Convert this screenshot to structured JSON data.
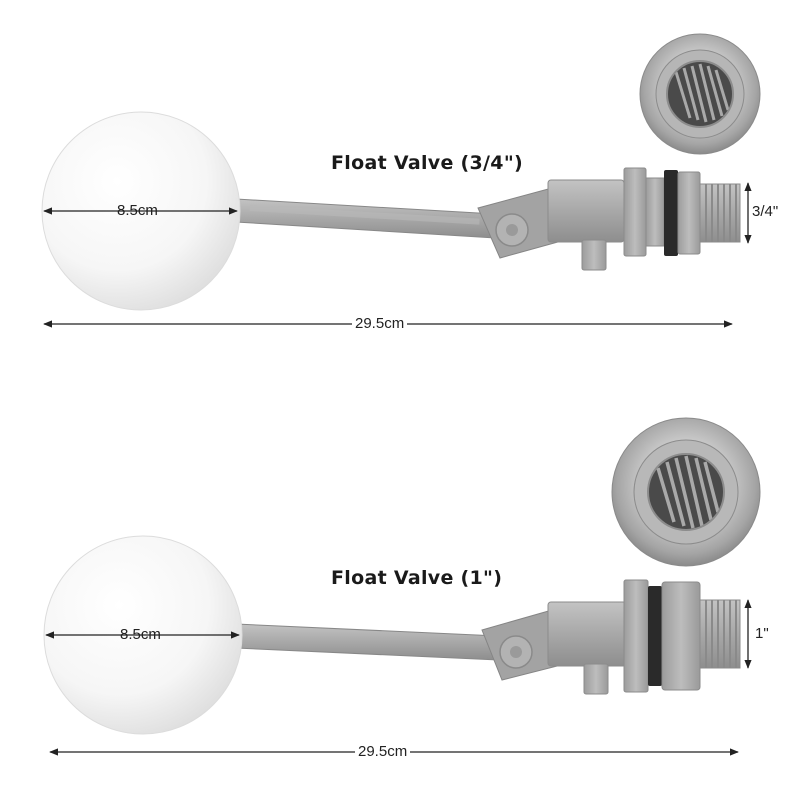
{
  "products": [
    {
      "title": "Float Valve (3/4\")",
      "ball_diameter": "8.5cm",
      "total_length": "29.5cm",
      "thread_size": "3/4\""
    },
    {
      "title": "Float Valve (1\")",
      "ball_diameter": "8.5cm",
      "total_length": "29.5cm",
      "thread_size": "1\""
    }
  ],
  "colors": {
    "background": "#ffffff",
    "ball": "#f4f4f4",
    "plastic_gray": "#a9a9a9",
    "gasket_black": "#2a2a2a",
    "text": "#1a1a1a"
  }
}
